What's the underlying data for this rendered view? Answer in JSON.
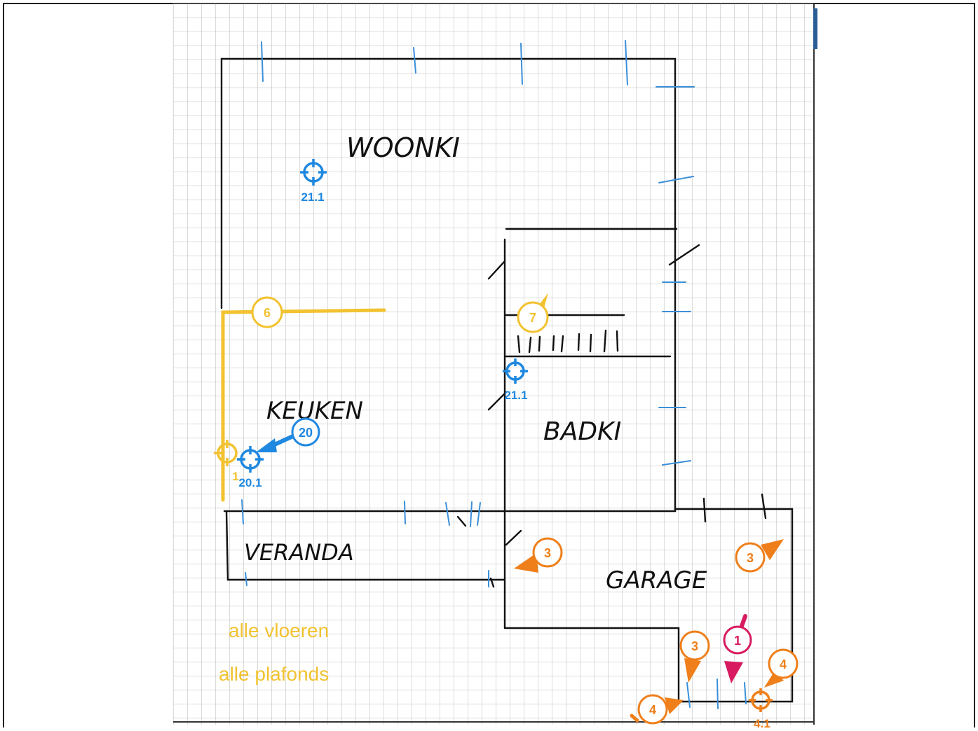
{
  "rooms": {
    "woonk": "WOONKI",
    "keuken": "KEUKEN",
    "badk": "BADKI",
    "veranda": "VERANDA",
    "garage": "GARAGE"
  },
  "notes": {
    "floors": "alle vloeren",
    "ceilings": "alle plafonds"
  },
  "markers": {
    "m1": "1",
    "m3a": "3",
    "m3b": "3",
    "m3c": "3",
    "m4a": "4",
    "m4b": "4",
    "m6": "6",
    "m7": "7",
    "m20": "20"
  },
  "targets": {
    "t21a": "21.1",
    "t21b": "21.1",
    "t20": "20.1",
    "t4": "4.1",
    "tyellow": "1"
  },
  "colors": {
    "blue": "#1f88e0",
    "orange": "#ee7f1a",
    "yellow": "#f2c230",
    "magenta": "#d81b60",
    "ink": "#111111"
  }
}
